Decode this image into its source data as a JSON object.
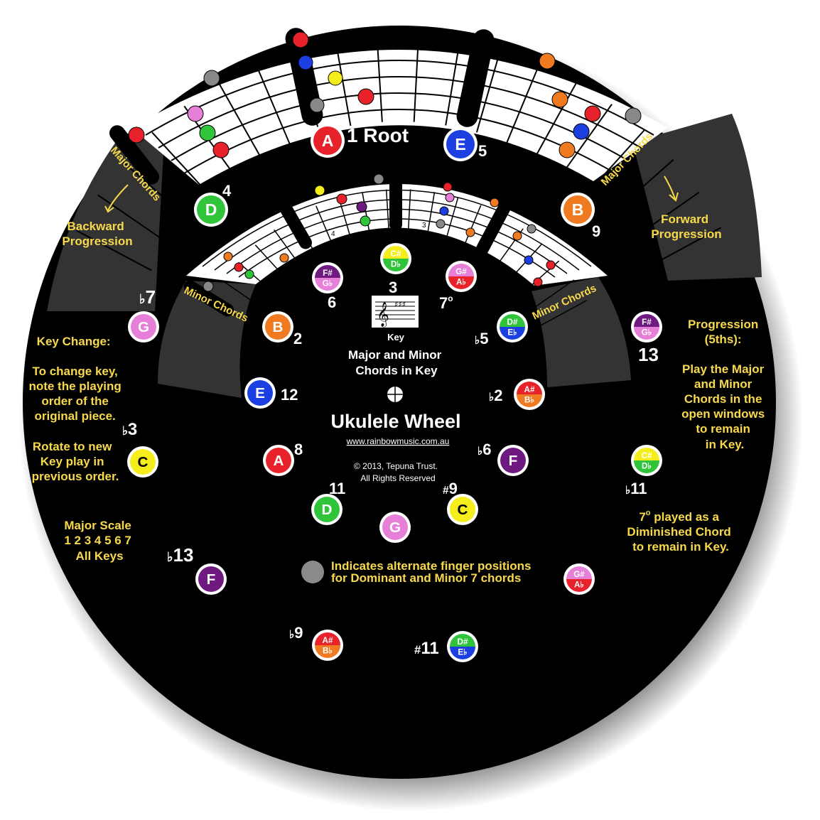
{
  "title": "Ukulele Wheel",
  "website": "www.rainbowmusic.com.au",
  "copyright": "© 2013, Tepuna Trust.",
  "rights": "All Rights Reserved",
  "center_heading": [
    "Major and Minor",
    "Chords in Key"
  ],
  "key_label": "Key",
  "major_chords_label": "Major Chords",
  "minor_chords_label": "Minor Chords",
  "backward_progression": [
    "Backward",
    "Progression"
  ],
  "forward_progression": [
    "Forward",
    "Progression"
  ],
  "key_change": {
    "heading": "Key Change:",
    "para1": [
      "To change key,",
      "note the playing",
      "order of the",
      "original piece."
    ],
    "para2": [
      "Rotate to new",
      "Key play in",
      "previous order."
    ]
  },
  "major_scale": [
    "Major Scale",
    "1 2 3 4 5 6 7",
    "All Keys"
  ],
  "progression_5ths": {
    "heading": [
      "Progression",
      "(5ths):"
    ],
    "body": [
      "Play the Major",
      "and  Minor",
      "Chords in the",
      "open windows",
      "to remain",
      "in Key."
    ]
  },
  "diminished_note": [
    "7",
    " played as a",
    "Diminished Chord",
    "to remain in Key."
  ],
  "legend_text": [
    "Indicates alternate finger positions",
    "for Dominant and Minor 7 chords"
  ],
  "fret_numbers": [
    "4",
    "3"
  ],
  "colors": {
    "A": "#e8222a",
    "B": "#f07a20",
    "C": "#f5ee1c",
    "D": "#2fc43a",
    "E": "#1b3fe0",
    "F": "#6e1a80",
    "G": "#e57fd8",
    "background": "#000000",
    "band": "#333333",
    "text_yellow": "#f7d94c"
  },
  "degrees": {
    "d1": "1 Root",
    "d5": "5",
    "d4": "4",
    "d9": "9",
    "d2": "2",
    "d3": "3",
    "d6": "6",
    "d7": "7",
    "db7": "7",
    "db5": "5",
    "d12": "12",
    "db2": "2",
    "d8": "8",
    "db6": "6",
    "db3": "3",
    "d13": "13",
    "d11": "11",
    "ds9": "9",
    "db11": "11",
    "db13": "13",
    "db9": "9",
    "ds11": "11"
  },
  "notes": {
    "A_root": "A",
    "E_5": "E",
    "D_4": "D",
    "B_9": "B",
    "B_2": "B",
    "Cs_3": [
      "C#",
      "D♭"
    ],
    "Fs_6": [
      "F#",
      "G♭"
    ],
    "Gs_7": [
      "G#",
      "A♭"
    ],
    "G_b7": "G",
    "Ds_b5": [
      "D#",
      "E♭"
    ],
    "Fs_13": [
      "F#",
      "G♭"
    ],
    "E_12": "E",
    "As_b2": [
      "A#",
      "B♭"
    ],
    "C_b3": "C",
    "A_8": "A",
    "F_b6": "F",
    "Cs_b11": [
      "C#",
      "D♭"
    ],
    "D_11": "D",
    "C_s9": "C",
    "G_center": "G",
    "F_b13": "F",
    "Gs_bottom": [
      "G#",
      "A♭"
    ],
    "As_b9": [
      "A#",
      "B♭"
    ],
    "Ds_s11": [
      "D#",
      "E♭"
    ]
  }
}
